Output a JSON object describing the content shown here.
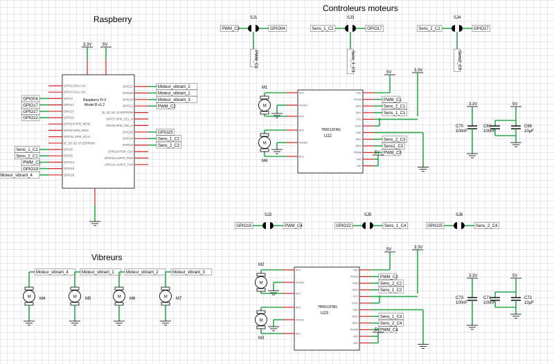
{
  "sections": {
    "raspberry": "Raspberry",
    "controleurs": "Controleurs moteurs",
    "vibreurs": "Vibreurs"
  },
  "rpi": {
    "title": "Raspberry Pi 3",
    "subtitle": "Model B v1.2",
    "power_3v3": "3.3V",
    "power_5v": "5V",
    "left_pins": [
      "GPIO2 SDA1 I2C",
      "GPIO3 SCL1 I2C",
      "GPIO4",
      "GPIO17",
      "GPIO27",
      "GPIO22",
      "GPIO10 SPI0_MOSI",
      "GPIO9 SPI0_MISO",
      "GPIO11 SPI0_SCLK",
      "ID_SD I2C ID EEPROM",
      "GPIO5",
      "GPIO6",
      "GPIO13",
      "GPIO19",
      "GPIO26"
    ],
    "right_pins": [
      "GPIO21",
      "GPIO20",
      "GPIO16",
      "GPIO12",
      "ID_SC I2C ID EEPROM",
      "GPIO7 SPI0_CE1_N",
      "GPIO8 SPI0_CE0_N",
      "GPIO25",
      "GPIO24",
      "GPIO23",
      "GPIO18 PCM_CLK",
      "GPIO15 UART0_RXD",
      "GPIO14 UART0_TXD"
    ],
    "left_nets": [
      "GPIO04",
      "GPIO17",
      "GPIO27",
      "GPIO22",
      "Sens_1_C1",
      "Sens_2_C1",
      "PWM_C1",
      "GPIO19",
      "Moteur_vibrant_4"
    ],
    "right_nets": [
      "Moteur_vibrant_2",
      "Moteur_vibrant_1",
      "Moteur_vibrant_3",
      "PWM_C2",
      "GPIO25",
      "Sens_1_C2",
      "Sens_2_C2"
    ]
  },
  "jumpers_top": [
    {
      "ref": "SJ1",
      "left": "PWM_C2",
      "right": "GPIO04",
      "down": "PWM_C3"
    },
    {
      "ref": "SJ3",
      "left": "Sens_1_C2",
      "right": "GPIO17",
      "down": "Sens_1_C3"
    },
    {
      "ref": "SJ4",
      "left": "Sens_2_C2",
      "right": "GPIO27",
      "down": "Sens2_C3"
    }
  ],
  "jumpers_mid": [
    {
      "ref": "SJ2",
      "left": "GPIO19",
      "right": "PWM_C4"
    },
    {
      "ref": "SJ5",
      "left": "GPIO22",
      "right": "Sens_1_C4"
    },
    {
      "ref": "SJ6",
      "left": "GPIO25",
      "right": "Sens_2_C4"
    }
  ],
  "driver_top": {
    "ref": "U22",
    "part": "TB6612FNG",
    "motor_a": "M1",
    "motor_b": "M4",
    "left_pins": [
      "AO1",
      "PGND1",
      "AO2",
      "BO2",
      "PGND2",
      "BO1"
    ],
    "right_pins": [
      "VM1",
      "PWMA",
      "AIN2",
      "AIN1",
      "VCC",
      "STBY",
      "GND",
      "BIN1",
      "BIN2",
      "PWMB",
      "VM3",
      "VM2"
    ],
    "nets": [
      "PWM_C1",
      "Sens_2_C1",
      "Sens_1_C1",
      "Sens_2_C3",
      "Sens1_C3",
      "PWM_C3"
    ],
    "vm": "5V",
    "vcc": "3.3V",
    "vm2": "5V"
  },
  "driver_bot": {
    "ref": "U23",
    "part": "TB6612FNG",
    "motor_a": "M2",
    "motor_b": "M3",
    "left_pins": [
      "AO1",
      "PGND1",
      "AO2",
      "BO2",
      "PGND2",
      "BO1"
    ],
    "right_pins": [
      "VM1",
      "PWMA",
      "AIN2",
      "AIN1",
      "VCC",
      "STBY",
      "GND",
      "BIN1",
      "BIN2",
      "PWMB",
      "VM3",
      "VM2"
    ],
    "nets": [
      "PWM_C2",
      "Sens_2_C2",
      "Sens_1_C2",
      "Sens_1_C4",
      "Sens_2_C4",
      "PWM_C4"
    ],
    "vm": "5V",
    "vcc": "3.3V",
    "vm2": "5V"
  },
  "caps_top": {
    "rails": [
      "3.3V",
      "5V"
    ],
    "c1": [
      "C70",
      "100nF"
    ],
    "c2": [
      "C68",
      "100nF"
    ],
    "c3": [
      "C69",
      "10µF"
    ]
  },
  "caps_bot": {
    "rails": [
      "3.3V",
      "5V"
    ],
    "c1": [
      "C73",
      "100nF"
    ],
    "c2": [
      "C71",
      "100nF"
    ],
    "c3": [
      "C72",
      "10µF"
    ]
  },
  "vibreurs": [
    {
      "net": "Moteur_vibrant_4",
      "ref": "M4"
    },
    {
      "net": "Moteur_vibrant_1",
      "ref": "M5"
    },
    {
      "net": "Moteur_vibrant_2",
      "ref": "M6"
    },
    {
      "net": "Moteur_vibrant_3",
      "ref": "M7"
    }
  ],
  "motor_symbol": "M"
}
